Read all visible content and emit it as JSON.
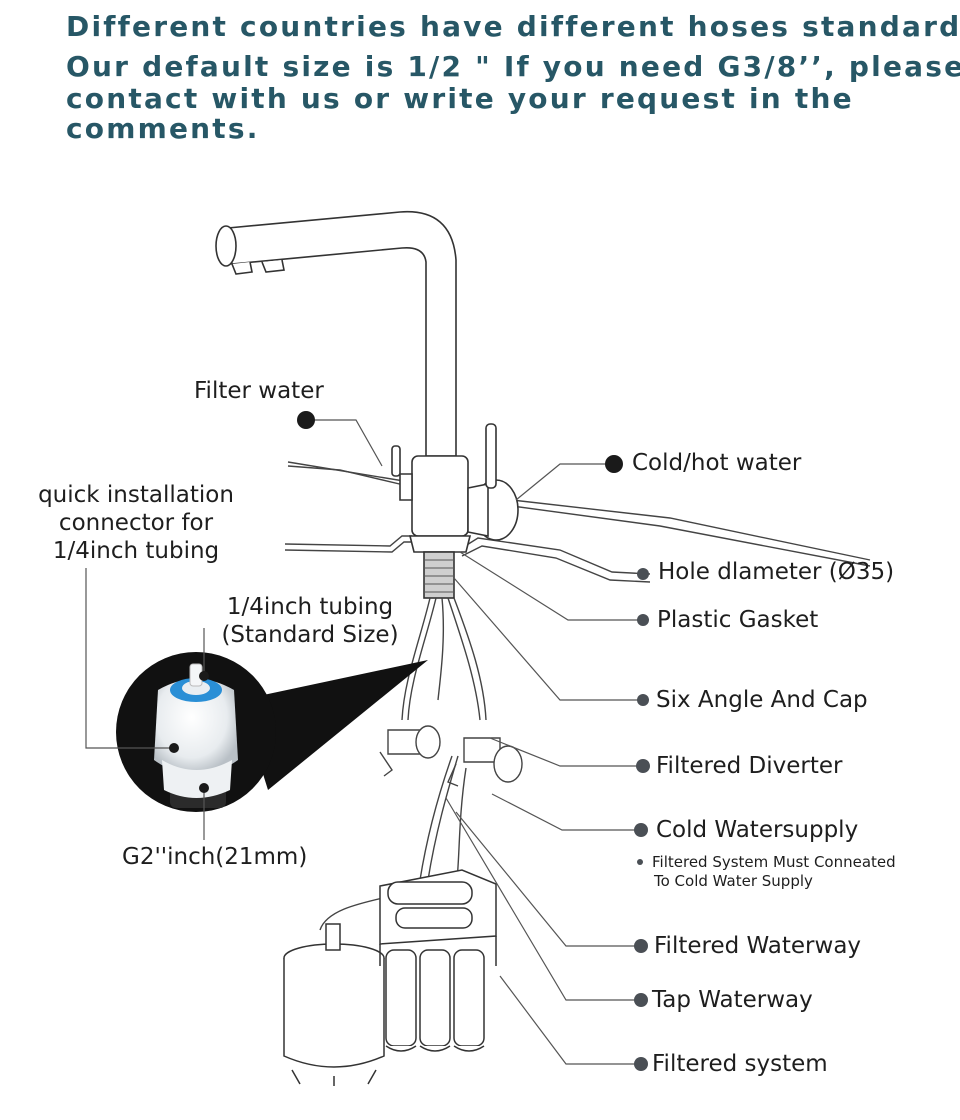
{
  "header": {
    "line1": "Different countries have different hoses standard",
    "line2": "Our default size is 1/2 \" If you need G3/8’’, please",
    "line3": "contact with us or write your request in the",
    "line4": "comments."
  },
  "labels": {
    "filter_water": "Filter water",
    "cold_hot_water": "Cold/hot water",
    "quick_connector_1": "quick installation",
    "quick_connector_2": "connector for",
    "quick_connector_3": "1/4inch tubing",
    "tubing_1": "1/4inch tubing",
    "tubing_2": "(Standard Size)",
    "thread": "G2''inch(21mm)",
    "hole_diameter": "Hole dlameter (Ø35)",
    "plastic_gasket": "Plastic Gasket",
    "six_angle_cap": "Six Angle And Cap",
    "filtered_diverter": "Filtered Diverter",
    "cold_watersupply": "Cold Watersupply",
    "note_1": "Filtered System Must Conneated",
    "note_2": "To Cold Water Supply",
    "filtered_waterway": "Filtered Waterway",
    "tap_waterway": "Tap Waterway",
    "filtered_system": "Filtered system"
  },
  "colors": {
    "header_text": "#275766",
    "dot_dark": "#1a1a1a",
    "dot_gray": "#4a4f55",
    "line": "#555555",
    "connector_blue": "#2a8fd6"
  },
  "icons": [
    "faucet-illustration",
    "ro-filter-system-illustration",
    "quick-connector-illustration"
  ]
}
